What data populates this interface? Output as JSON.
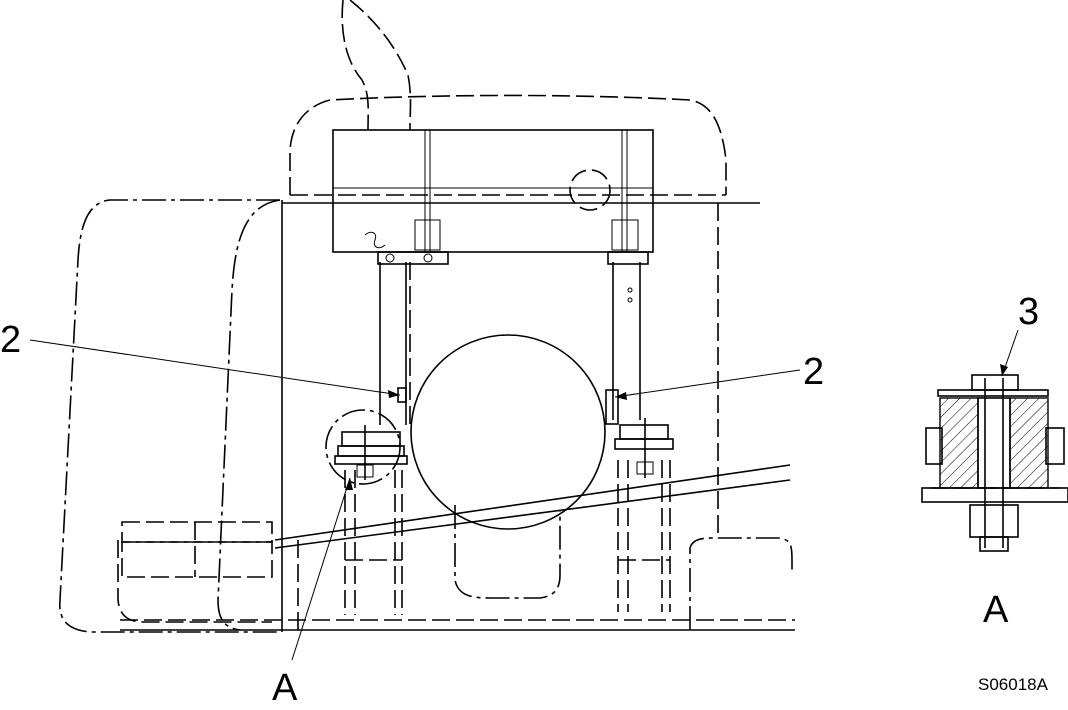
{
  "callouts": {
    "left_2": "2",
    "right_2": "2",
    "detail_view_A": "A",
    "main_view_A": "A",
    "detail_3": "3"
  },
  "drawing_code": "S06018A"
}
